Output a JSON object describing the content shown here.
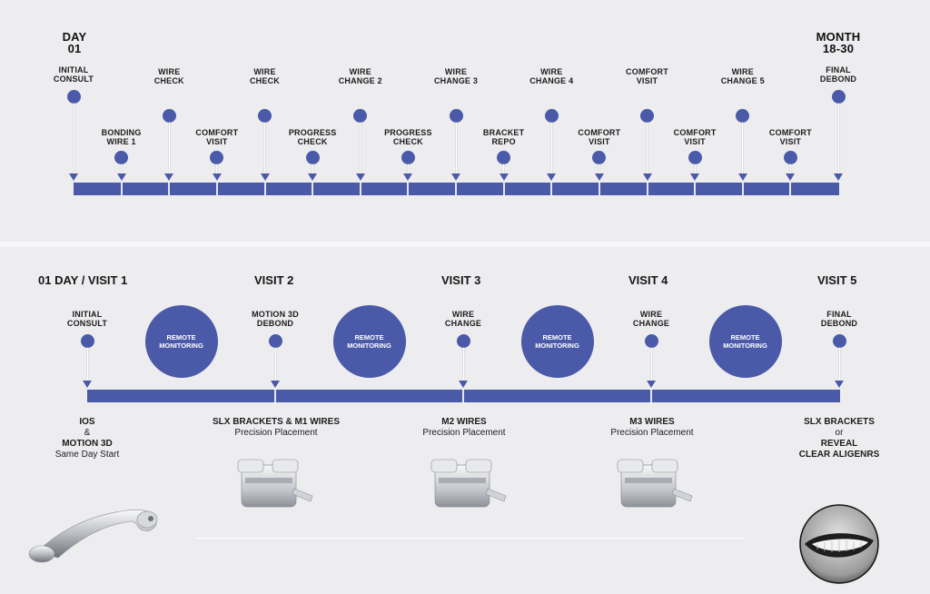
{
  "top": {
    "start_label": "DAY\n01",
    "end_label": "MONTH\n18-30",
    "milestones": [
      "INITIAL\nCONSULT",
      "BONDING\nWIRE 1",
      "WIRE\nCHECK",
      "COMFORT\nVISIT",
      "WIRE\nCHECK",
      "PROGRESS\nCHECK",
      "WIRE\nCHANGE 2",
      "PROGRESS\nCHECK",
      "WIRE\nCHANGE 3",
      "BRACKET\nREPO",
      "WIRE\nCHANGE 4",
      "COMFORT\nVISIT",
      "COMFORT\nVISIT",
      "COMFORT\nVISIT",
      "WIRE\nCHANGE 5",
      "COMFORT\nVISIT",
      "FINAL\nDEBOND"
    ]
  },
  "bottom": {
    "visits": [
      "01 DAY / VISIT 1",
      "VISIT 2",
      "VISIT 3",
      "VISIT 4",
      "VISIT 5"
    ],
    "milestones": [
      "INITIAL\nCONSULT",
      "MOTION 3D\nDEBOND",
      "WIRE\nCHANGE",
      "WIRE\nCHANGE",
      "FINAL\nDEBOND"
    ],
    "remote_label": "REMOTE\nMONITORING",
    "details": [
      {
        "l1": "IOS",
        "l2": "&",
        "l3": "MOTION 3D",
        "l4": "Same Day Start"
      },
      {
        "title": "SLX BRACKETS & M1 WIRES",
        "sub": "Precision Placement"
      },
      {
        "title": "M2 WIRES",
        "sub": "Precision Placement"
      },
      {
        "title": "M3 WIRES",
        "sub": "Precision Placement"
      },
      {
        "l1": "SLX BRACKETS",
        "l2": "or",
        "l3": "REVEAL",
        "l4": "CLEAR ALIGENRS"
      }
    ]
  },
  "colors": {
    "accent": "#4a5aa8",
    "background": "#ededf0"
  }
}
